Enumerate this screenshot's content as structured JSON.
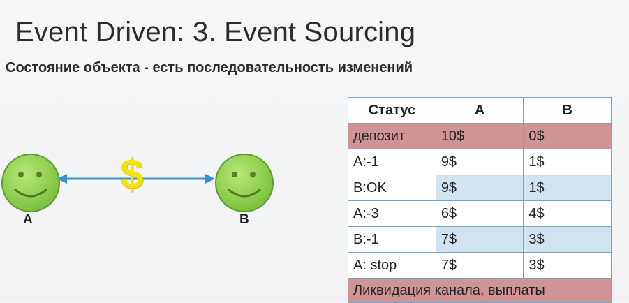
{
  "slide": {
    "title": "Event Driven: 3. Event Sourcing",
    "subtitle": "Состояние объекта - есть последовательность изменений"
  },
  "diagram": {
    "party_a": "A",
    "party_b": "B",
    "currency_symbol": "$",
    "face_color": "#8fd14f",
    "arrow_color": "#3a8fd0",
    "dollar_color": "#f2e20a"
  },
  "table": {
    "headers": [
      "Статус",
      "A",
      "B"
    ],
    "rows": [
      {
        "status": "депозит",
        "a": "10$",
        "b": "0$"
      },
      {
        "status": "A:-1",
        "a": "9$",
        "b": "1$"
      },
      {
        "status": "B:OK",
        "a": "9$",
        "b": "1$"
      },
      {
        "status": "A:-3",
        "a": "6$",
        "b": "4$"
      },
      {
        "status": "B:-1",
        "a": "7$",
        "b": "3$"
      },
      {
        "status": "A: stop",
        "a": "7$",
        "b": "3$"
      }
    ],
    "footer": "Ликвидация канала, выплаты",
    "highlight_color": "#d09497",
    "alt_color": "#cfe3f0"
  }
}
